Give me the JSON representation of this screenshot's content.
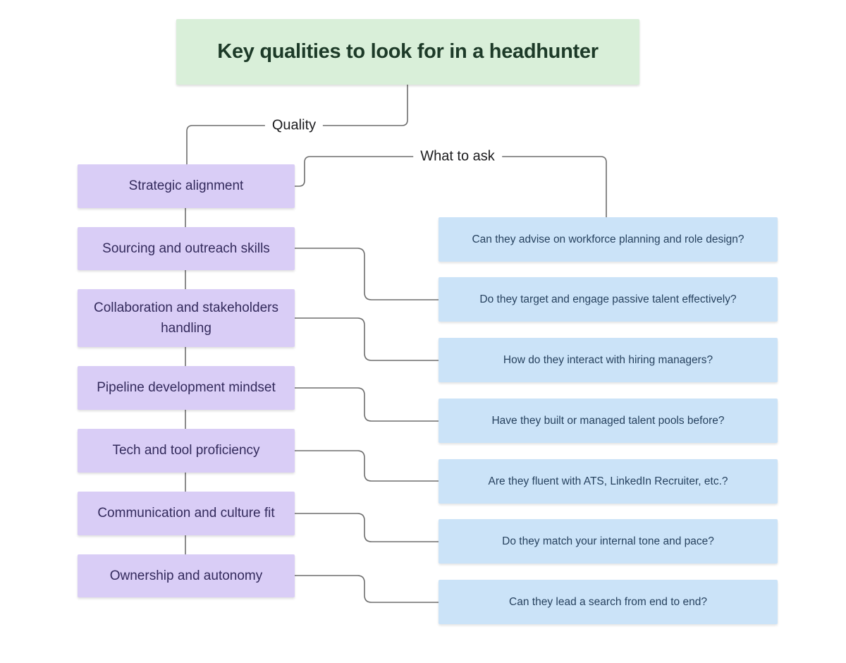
{
  "diagram": {
    "title": "Key qualities to look for in a headhunter",
    "branch_labels": {
      "quality": "Quality",
      "what_to_ask": "What to ask"
    },
    "qualities": [
      {
        "label": "Strategic alignment"
      },
      {
        "label": "Sourcing and outreach skills"
      },
      {
        "label": "Collaboration and stakeholders handling"
      },
      {
        "label": "Pipeline development mindset"
      },
      {
        "label": "Tech and tool proficiency"
      },
      {
        "label": "Communication and culture fit"
      },
      {
        "label": "Ownership and autonomy"
      }
    ],
    "questions": [
      {
        "label": "Can they advise on workforce planning and role design?"
      },
      {
        "label": "Do they target and engage passive talent effectively?"
      },
      {
        "label": "How do they interact with hiring managers?"
      },
      {
        "label": "Have they built or managed talent pools before?"
      },
      {
        "label": "Are they fluent with ATS, LinkedIn Recruiter, etc.?"
      },
      {
        "label": "Do they match your internal tone and pace?"
      },
      {
        "label": "Can they lead a search from end to end?"
      }
    ],
    "colors": {
      "title_bg": "#d9efd9",
      "title_text": "#1d3a28",
      "quality_bg": "#d9cdf6",
      "quality_text": "#332a5c",
      "question_bg": "#cbe3f8",
      "question_text": "#27425f",
      "connector": "#6e6e6e",
      "background": "#ffffff"
    }
  }
}
